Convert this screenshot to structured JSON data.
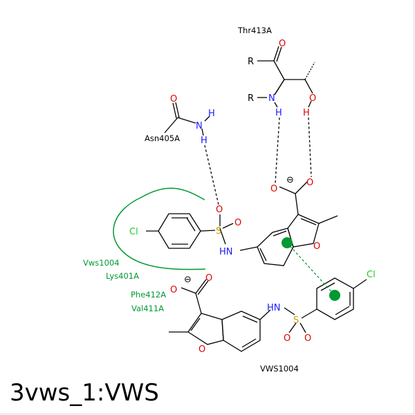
{
  "title": "3vws_1:VWS",
  "colors": {
    "oxygen": "#e00000",
    "nitrogen": "#1a1aff",
    "sulfur": "#c8a000",
    "chlorine": "#22cc22",
    "interaction": "#009933",
    "carbon": "#000000"
  },
  "residues": {
    "thr": "Thr413A",
    "asn": "Asn405A",
    "ligand": "VWS1004",
    "vws": "Vws1004",
    "lys": "Lys401A",
    "phe": "Phe412A",
    "val": "Val411A"
  },
  "atoms": {
    "R": "R",
    "O": "O",
    "N": "N",
    "H": "H",
    "S": "S",
    "Cl": "Cl",
    "HN": "HN",
    "charge": "⊖"
  }
}
